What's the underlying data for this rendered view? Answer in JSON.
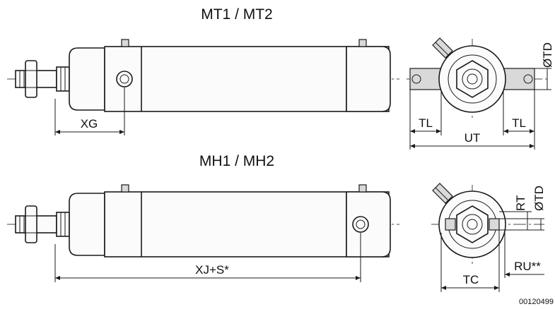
{
  "titles": {
    "top": "MT1 / MT2",
    "bottom": "MH1 / MH2"
  },
  "dimensions": {
    "xg": "XG",
    "tl_left": "TL",
    "tl_right": "TL",
    "ut": "UT",
    "td_top": "ØTD",
    "xj_s": "XJ+S*",
    "rt": "RT",
    "td_bottom": "ØTD",
    "tc": "TC",
    "ru": "RU**"
  },
  "drawing_code": "00120499"
}
